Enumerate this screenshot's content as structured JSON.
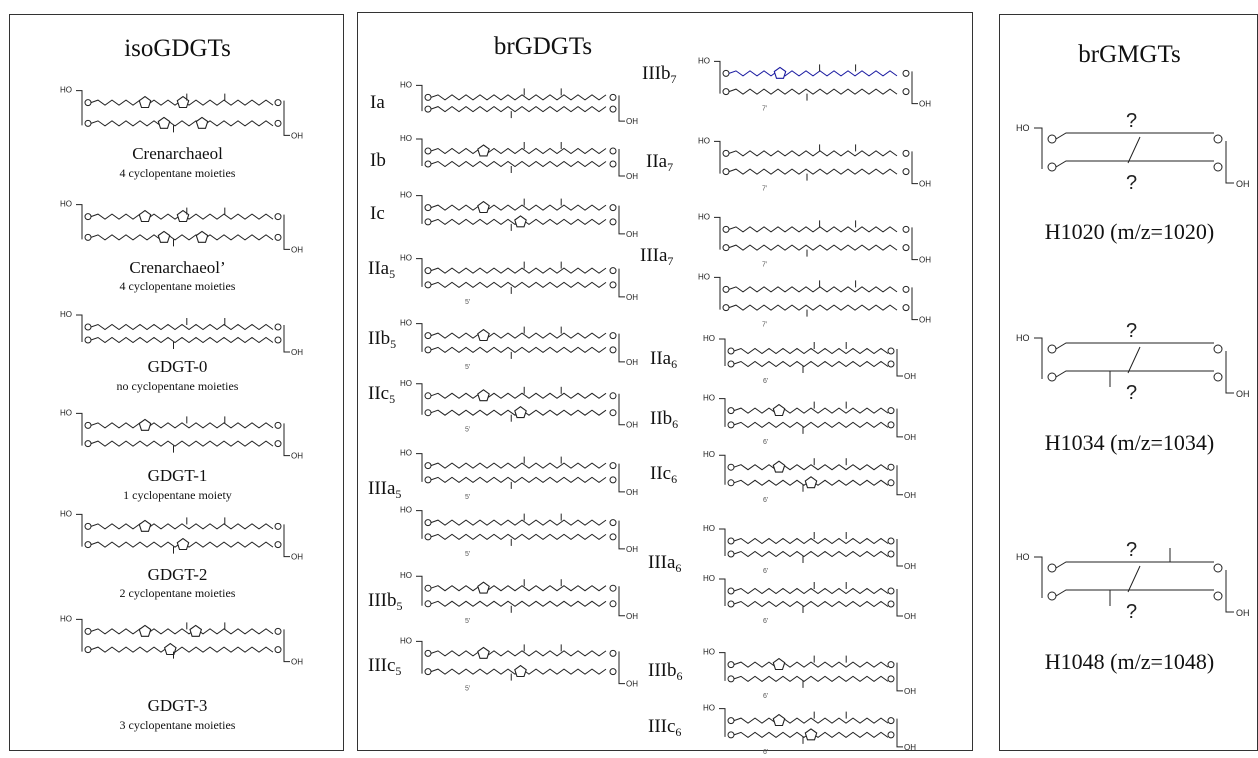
{
  "iso_panel": {
    "title": "isoGDGTs",
    "items": [
      {
        "name": "Crenarchaeol",
        "desc": "4 cyclopentane moieties",
        "rings": 4
      },
      {
        "name": "Crenarchaeol’",
        "desc": "4 cyclopentane moieties",
        "rings": 4
      },
      {
        "name": "GDGT-0",
        "desc": "no cyclopentane moieties",
        "rings": 0
      },
      {
        "name": "GDGT-1",
        "desc": "1 cyclopentane moiety",
        "rings": 1
      },
      {
        "name": "GDGT-2",
        "desc": "2 cyclopentane moieties",
        "rings": 2
      },
      {
        "name": "GDGT-3",
        "desc": "3 cyclopentane moieties",
        "rings": 3
      }
    ]
  },
  "br_panel": {
    "title": "brGDGTs",
    "labels": [
      {
        "base": "Ia",
        "sub": ""
      },
      {
        "base": "Ib",
        "sub": ""
      },
      {
        "base": "Ic",
        "sub": ""
      },
      {
        "base": "IIa",
        "sub": "5"
      },
      {
        "base": "IIb",
        "sub": "5"
      },
      {
        "base": "IIc",
        "sub": "5"
      },
      {
        "base": "IIIa",
        "sub": "5"
      },
      {
        "base": "IIIb",
        "sub": "5"
      },
      {
        "base": "IIIc",
        "sub": "5"
      },
      {
        "base": "IIIb",
        "sub": "7"
      },
      {
        "base": "IIa",
        "sub": "7"
      },
      {
        "base": "IIIa",
        "sub": "7"
      },
      {
        "base": "IIa",
        "sub": "6"
      },
      {
        "base": "IIb",
        "sub": "6"
      },
      {
        "base": "IIc",
        "sub": "6"
      },
      {
        "base": "IIIa",
        "sub": "6"
      },
      {
        "base": "IIIb",
        "sub": "6"
      },
      {
        "base": "IIIc",
        "sub": "6"
      }
    ],
    "position_marks": {
      "five": "5’",
      "six": "6’",
      "seven": "7’"
    }
  },
  "brgmgt_panel": {
    "title": "brGMGTs",
    "items": [
      {
        "name": "H1020 (m/z=1020)"
      },
      {
        "name": "H1034 (m/z=1034)"
      },
      {
        "name": "H1048 (m/z=1048)"
      }
    ],
    "unknown_mark": "?"
  },
  "chem": {
    "ho": "HO",
    "oh": "OH",
    "line_color": "#222222",
    "accent_color": "#1a1aa0"
  }
}
